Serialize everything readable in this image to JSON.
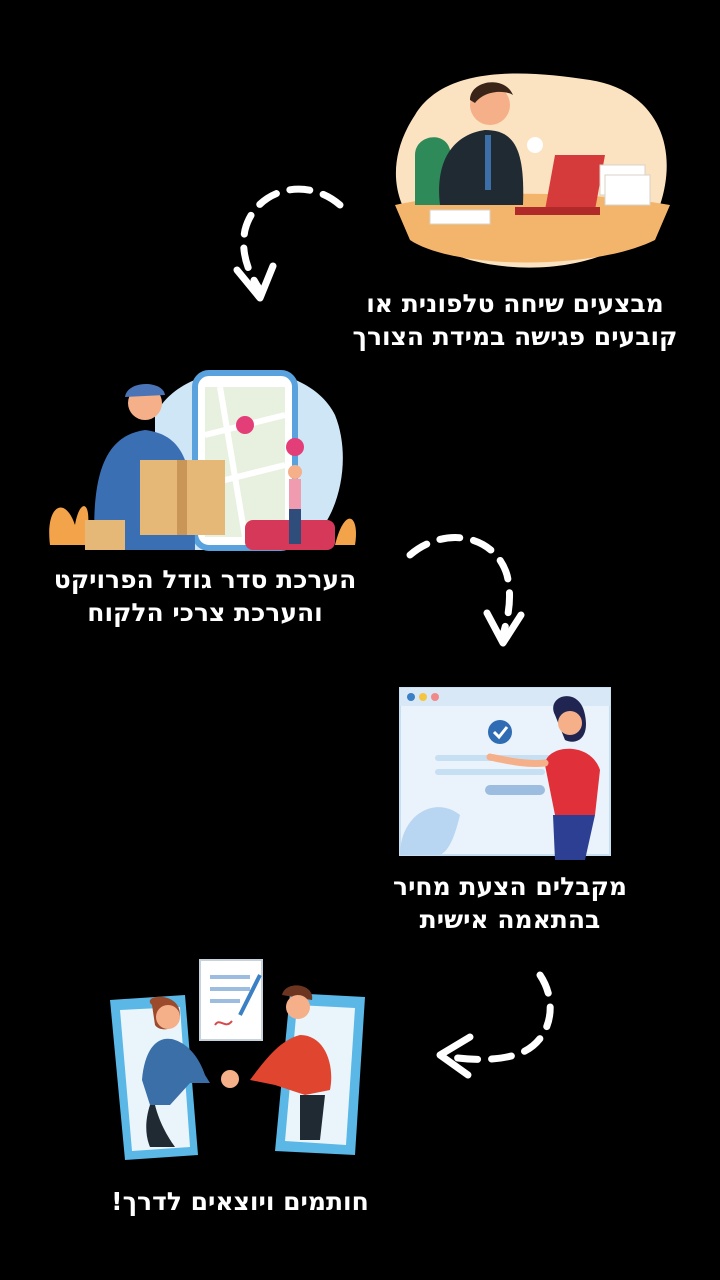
{
  "steps": [
    {
      "line1": "מבצעים שיחה טלפונית או",
      "line2": "קובעים פגישה במידת הצורך",
      "illustration": "phone-call-illustration"
    },
    {
      "line1": "הערכת סדר גודל הפרויקט",
      "line2": "והערכת צרכי הלקוח",
      "illustration": "delivery-map-illustration"
    },
    {
      "line1": "מקבלים הצעת מחיר",
      "line2": "בהתאמה אישית",
      "illustration": "approved-quote-illustration"
    },
    {
      "line1": "חותמים ויוצאים לדרך!",
      "illustration": "handshake-contract-illustration"
    }
  ],
  "arrows": [
    "curved-dashed-arrow-icon",
    "curved-dashed-arrow-icon",
    "curved-dashed-arrow-icon"
  ],
  "colors": {
    "background": "#000000",
    "text": "#ffffff",
    "peach": "#fbe3c2",
    "red": "#e0303a",
    "blue": "#3b7fc4",
    "skyblue": "#cfe6f7"
  }
}
